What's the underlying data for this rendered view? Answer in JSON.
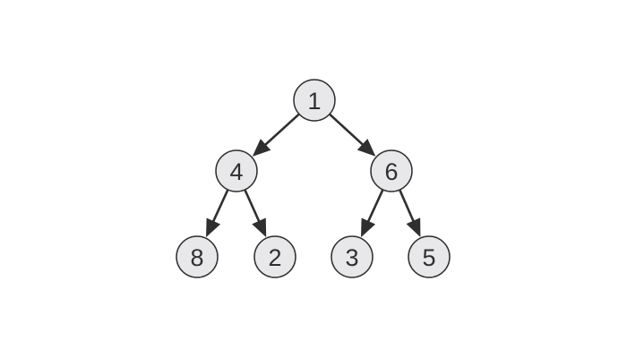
{
  "tree": {
    "colors": {
      "node_fill": "#e8e8ea",
      "node_stroke": "#2f2f2f",
      "edge": "#2f2f2f",
      "label": "#2f2f2f"
    },
    "nodes": [
      {
        "id": "n1",
        "label": "1"
      },
      {
        "id": "n4",
        "label": "4"
      },
      {
        "id": "n6",
        "label": "6"
      },
      {
        "id": "n8",
        "label": "8"
      },
      {
        "id": "n2",
        "label": "2"
      },
      {
        "id": "n3",
        "label": "3"
      },
      {
        "id": "n5",
        "label": "5"
      }
    ],
    "edges": [
      {
        "from": "n1",
        "to": "n4"
      },
      {
        "from": "n1",
        "to": "n6"
      },
      {
        "from": "n4",
        "to": "n8"
      },
      {
        "from": "n4",
        "to": "n2"
      },
      {
        "from": "n6",
        "to": "n3"
      },
      {
        "from": "n6",
        "to": "n5"
      }
    ]
  }
}
